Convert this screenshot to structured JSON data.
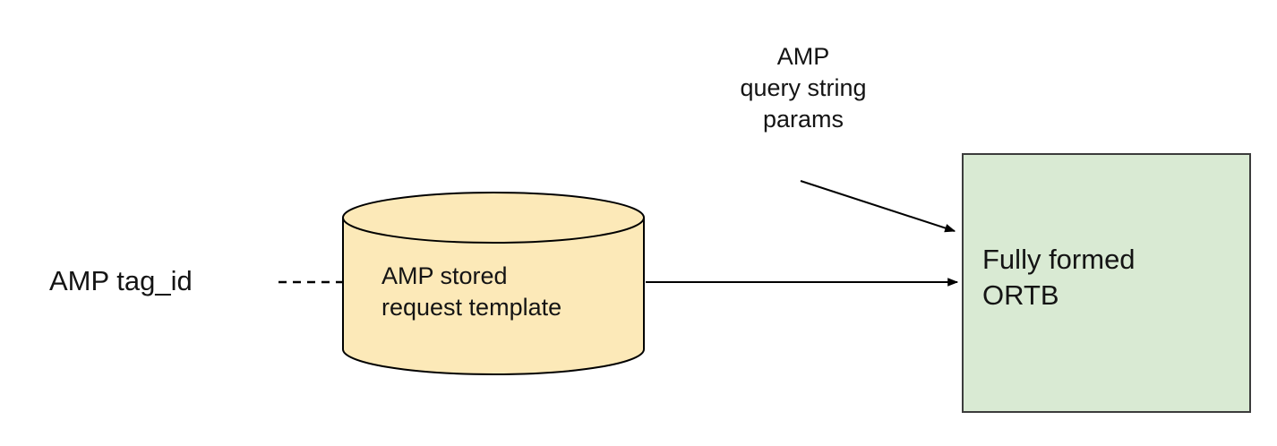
{
  "diagram": {
    "type": "flow-diagram",
    "labels": {
      "amp_tag_id": "AMP tag_id",
      "stored_request": {
        "lines": [
          "AMP stored",
          "request template"
        ]
      },
      "query_params": {
        "lines": [
          "AMP",
          "query string",
          "params"
        ]
      },
      "ortb": {
        "lines": [
          "Fully formed",
          "ORTB"
        ]
      }
    },
    "shapes": {
      "stored_request": "cylinder",
      "ortb": "rectangle"
    },
    "connections": [
      {
        "from": "amp_tag_id",
        "to": "stored_request",
        "style": "dashed",
        "arrow": false
      },
      {
        "from": "stored_request",
        "to": "ortb",
        "style": "solid",
        "arrow": true
      },
      {
        "from": "query_params",
        "to": "ortb",
        "style": "solid",
        "arrow": true
      }
    ],
    "colors": {
      "cylinder_fill": "#fce9b8",
      "box_fill": "#d9ead3",
      "line": "#000000",
      "text": "#141414",
      "background": "#ffffff"
    }
  }
}
